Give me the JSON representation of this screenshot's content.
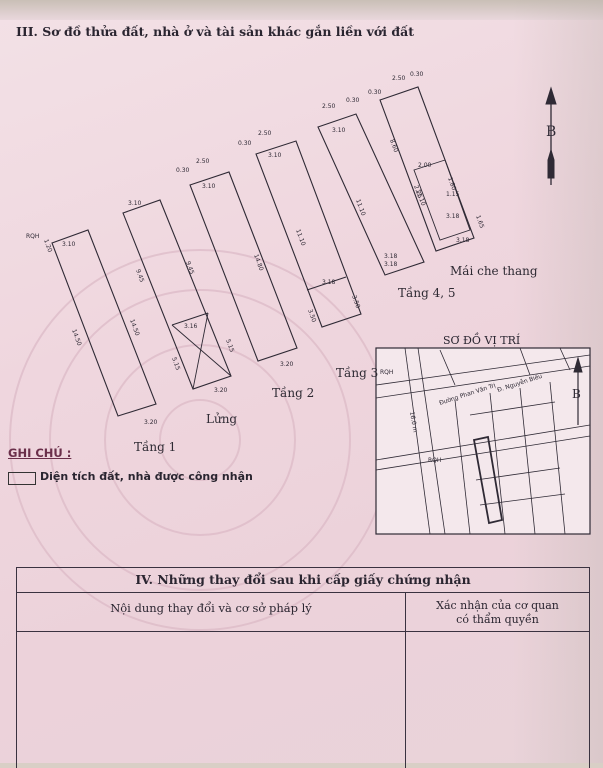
{
  "section_title": "III. Sơ đồ thửa đất, nhà ở và tài sản khác gắn liền với đất",
  "compass": {
    "north_label": "B"
  },
  "floor_labels": {
    "tang1": "Tầng 1",
    "lung": "Lửng",
    "tang2": "Tầng 2",
    "tang3": "Tầng 3",
    "tang45": "Tầng 4, 5",
    "mai_che": "Mái che thang"
  },
  "dimensions": {
    "w310": "3.10",
    "w320": "3.20",
    "w316": "3.16",
    "w318": "3.18",
    "l1450": "14.50",
    "l1480": "14.80",
    "l945": "9.45",
    "l515": "5.15",
    "l1110": "11.10",
    "l350": "3.50",
    "l860": "8.60",
    "l250": "2.50",
    "l030": "0.30",
    "l100": "1.00",
    "l200": "2.00",
    "l225": "2.25",
    "l115": "1.15",
    "l165": "1.65",
    "l120": "1.20",
    "l180": "1.80",
    "road_code": "RQH"
  },
  "notes": {
    "ghi_chu": "GHI CHÚ :",
    "legend": "Diện tích đất, nhà được công nhận"
  },
  "location_map": {
    "title": "SƠ ĐỒ VỊ TRÍ",
    "street1": "Đường Phan Văn Trị",
    "street2": "Đ. Nguyễn Biểu",
    "road_code": "RQH",
    "width_label": "16.0 m"
  },
  "changes_table": {
    "title": "IV. Những thay đổi sau khi cấp giấy chứng nhận",
    "col1": "Nội dung thay đổi và cơ sở pháp lý",
    "col2_line1": "Xác nhận của cơ quan",
    "col2_line2": "có thẩm quyền"
  }
}
